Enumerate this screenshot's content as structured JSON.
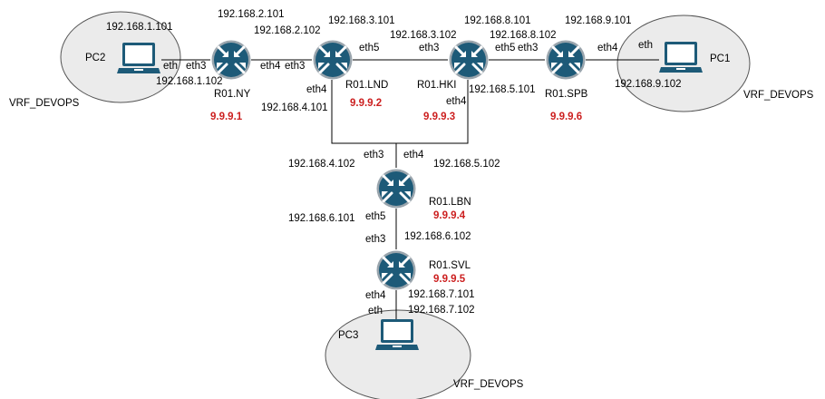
{
  "colors": {
    "router_fill": "#1d5a78",
    "router_ring": "#9aa5ad",
    "loopback_text": "#cc1f1f",
    "vrf_fill": "#ebebeb",
    "link": "#000000"
  },
  "vrf": {
    "pc2_zone": "VRF_DEVOPS",
    "pc1_zone": "VRF_DEVOPS",
    "pc3_zone": "VRF_DEVOPS"
  },
  "routers": {
    "ny": {
      "name": "R01.NY",
      "loopback": "9.9.9.1"
    },
    "lnd": {
      "name": "R01.LND",
      "loopback": "9.9.9.2"
    },
    "hki": {
      "name": "R01.HKI",
      "loopback": "9.9.9.3"
    },
    "spb": {
      "name": "R01.SPB",
      "loopback": "9.9.9.6"
    },
    "lbn": {
      "name": "R01.LBN",
      "loopback": "9.9.9.4"
    },
    "svl": {
      "name": "R01.SVL",
      "loopback": "9.9.9.5"
    }
  },
  "pcs": {
    "pc1": {
      "name": "PC1"
    },
    "pc2": {
      "name": "PC2"
    },
    "pc3": {
      "name": "PC3"
    }
  },
  "ips": {
    "pc2_eth": "192.168.1.101",
    "ny_eth3_pc2": "192.168.1.102",
    "ny_eth4": "192.168.2.101",
    "lnd_eth3": "192.168.2.102",
    "lnd_eth5": "192.168.3.101",
    "hki_eth3": "192.168.3.102",
    "lnd_eth4": "192.168.4.101",
    "hki_eth5": "192.168.8.101",
    "spb_eth3": "192.168.8.102",
    "spb_eth4": "192.168.9.101",
    "pc1_eth": "192.168.9.102",
    "hki_eth4": "192.168.5.101",
    "lbn_eth3": "192.168.4.102",
    "lbn_eth4": "192.168.5.102",
    "lbn_eth5": "192.168.6.101",
    "svl_eth3": "192.168.6.102",
    "svl_eth4": "192.168.7.101",
    "pc3_eth": "192.168.7.102"
  },
  "ports": {
    "pc2_eth": "eth",
    "ny_eth3": "eth3",
    "ny_eth4": "eth4",
    "lnd_eth3": "eth3",
    "lnd_eth5": "eth5",
    "lnd_eth4": "eth4",
    "hki_eth3": "eth3",
    "hki_eth5": "eth5",
    "hki_eth4": "eth4",
    "spb_eth3": "eth3",
    "spb_eth4": "eth4",
    "pc1_eth": "eth",
    "lbn_eth3": "eth3",
    "lbn_eth4": "eth4",
    "lbn_eth5": "eth5",
    "svl_eth3": "eth3",
    "svl_eth4": "eth4",
    "pc3_eth": "eth"
  }
}
